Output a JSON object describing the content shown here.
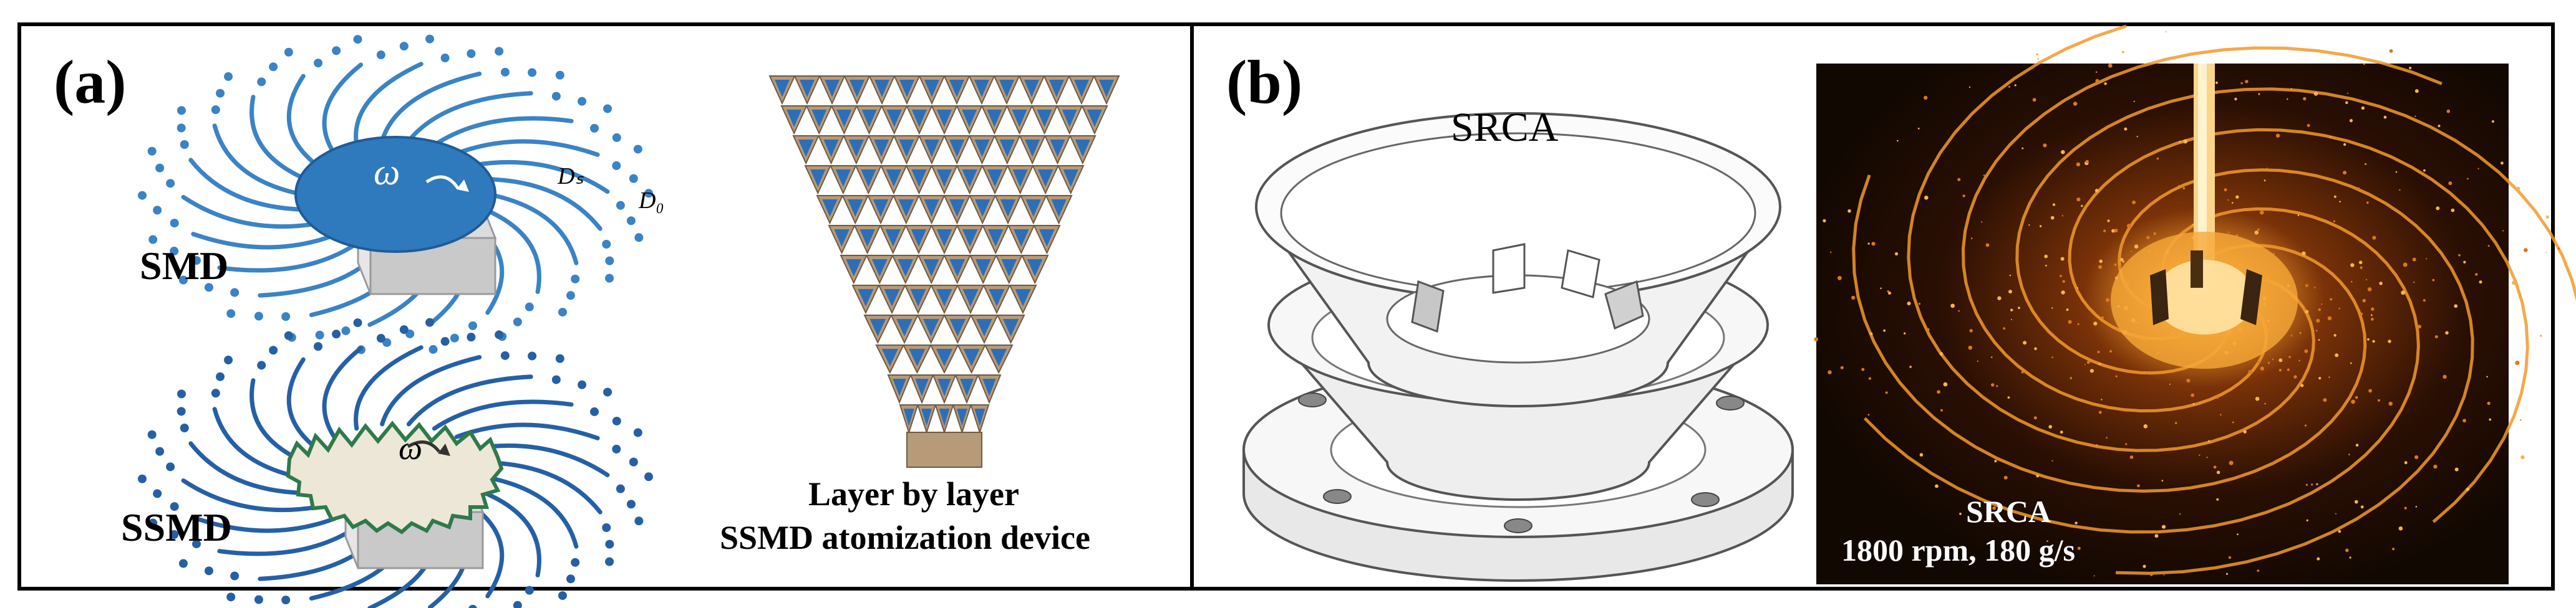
{
  "panel_a": {
    "label": "(a)",
    "smd_label": "SMD",
    "ssmd_label": "SSMD",
    "omega_top": "ω",
    "omega_bottom": "ω",
    "dimension_1": "Dₛ",
    "dimension_2": "D₀",
    "caption_line1": "Layer by layer",
    "caption_line2": "SSMD atomization device"
  },
  "panel_b": {
    "label": "(b)",
    "srca_label": "SRCA",
    "photo_title": "SRCA",
    "photo_subtitle": "1800 rpm, 180 g/s"
  },
  "colors": {
    "disk_blue": "#2f79bd",
    "stream_blue": "#3a83c6",
    "plate_cream": "#ece7d6",
    "cone_tan": "#b79a78",
    "photo_bg": "#120802",
    "molten": "#f29a2a"
  }
}
